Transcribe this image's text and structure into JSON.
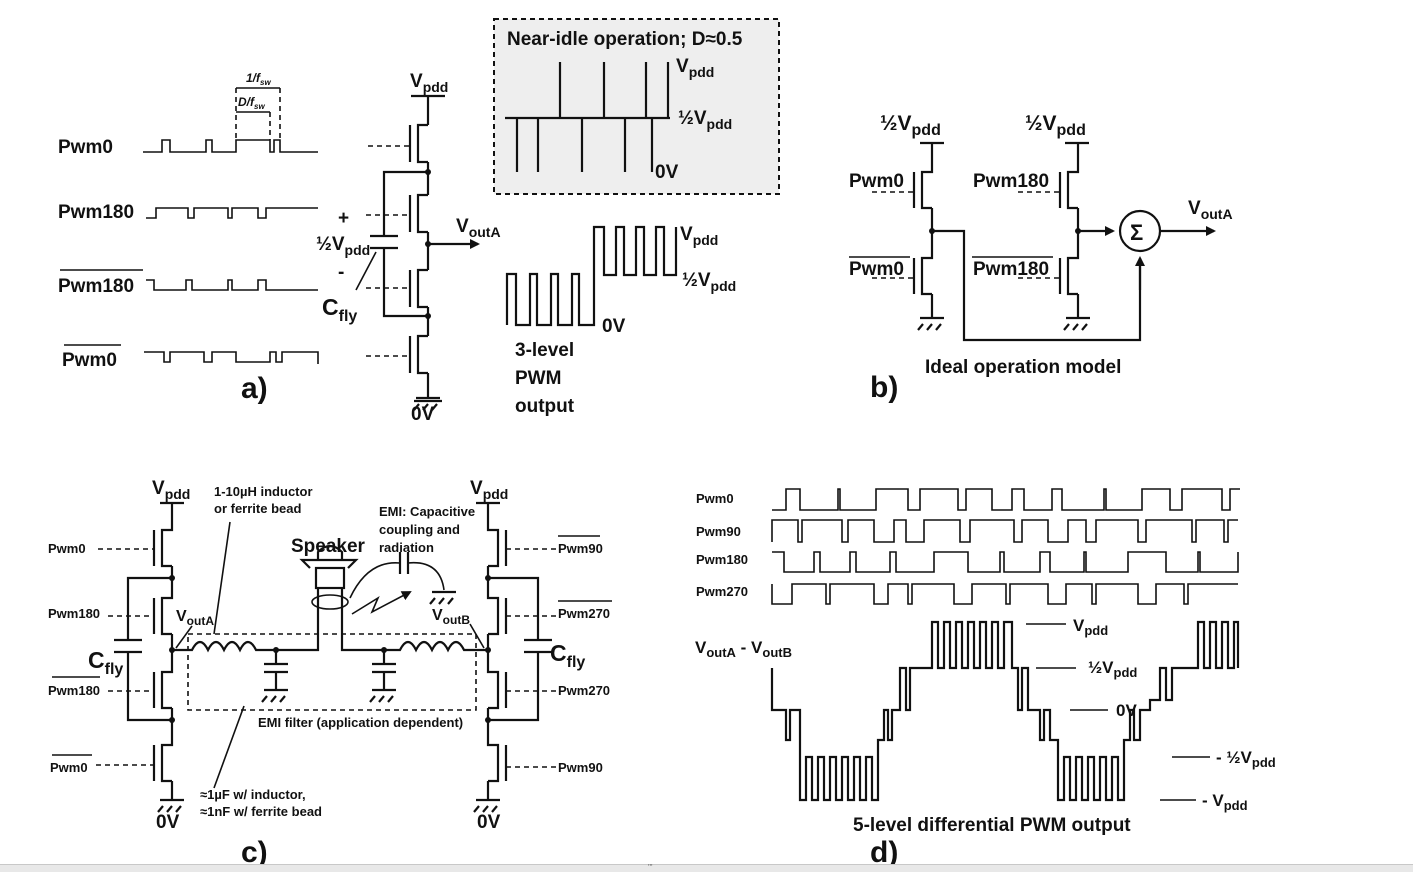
{
  "panel_a": {
    "label": "a)",
    "signals": [
      "Pwm0",
      "Pwm180",
      "Pwm180",
      "Pwm0"
    ],
    "period_label": "1/f",
    "period_sub": "sw",
    "duty_label": "D/f",
    "duty_sub": "sw",
    "vpdd_main": "V",
    "vpdd_sub": "pdd",
    "half_vpdd_main": "½V",
    "half_vpdd_sub": "pdd",
    "plus": "+",
    "minus": "-",
    "cfly_main": "C",
    "cfly_sub": "fly",
    "voutA_main": "V",
    "voutA_sub": "outA",
    "zero_v": "0V",
    "inset_title": "Near-idle operation; D≈0.5",
    "inset_vpdd_main": "V",
    "inset_vpdd_sub": "pdd",
    "inset_half_main": "½V",
    "inset_half_sub": "pdd",
    "inset_zero": "0V",
    "out_vpdd_main": "V",
    "out_vpdd_sub": "pdd",
    "out_half_main": "½V",
    "out_half_sub": "pdd",
    "out_zero": "0V",
    "out_caption": [
      "3-level",
      "PWM",
      "output"
    ]
  },
  "panel_b": {
    "label": "b)",
    "half_vpdd_main": "½V",
    "half_vpdd_sub": "pdd",
    "pwm0": "Pwm0",
    "pwm180": "Pwm180",
    "pwm0_bar": "Pwm0",
    "pwm180_bar": "Pwm180",
    "sum": "Σ",
    "voutA_main": "V",
    "voutA_sub": "outA",
    "caption": "Ideal operation model"
  },
  "panel_c": {
    "label": "c)",
    "vpdd_main": "V",
    "vpdd_sub": "pdd",
    "left_signals": [
      "Pwm0",
      "Pwm180",
      "Pwm180",
      "Pwm0"
    ],
    "right_signals": [
      "Pwm90",
      "Pwm270",
      "Pwm270",
      "Pwm90"
    ],
    "inductor_note": [
      "1-10µH inductor",
      "or ferrite bead"
    ],
    "speaker": "Speaker",
    "emi_note": [
      "EMI: Capacitive",
      "coupling and",
      "radiation"
    ],
    "voutA_main": "V",
    "voutA_sub": "outA",
    "voutB_main": "V",
    "voutB_sub": "outB",
    "cfly_main": "C",
    "cfly_sub": "fly",
    "filter_caption": "EMI filter (application dependent)",
    "cap_note": [
      "≈1µF w/ inductor,",
      "≈1nF w/ ferrite bead"
    ],
    "zero_v": "0V"
  },
  "panel_d": {
    "label": "d)",
    "signals": [
      "Pwm0",
      "Pwm90",
      "Pwm180",
      "Pwm270"
    ],
    "diff_label_a": "V",
    "diff_label_a_sub": "outA",
    "diff_label_sep": " - V",
    "diff_label_b_sub": "outB",
    "levels": [
      {
        "main": "V",
        "sub": "pdd"
      },
      {
        "main": "½V",
        "sub": "pdd"
      },
      {
        "main": "0V",
        "sub": ""
      },
      {
        "main": "- ½V",
        "sub": "pdd"
      },
      {
        "main": "- V",
        "sub": "pdd"
      }
    ],
    "caption": "5-level differential PWM output"
  },
  "status_bar": {
    "marker": "'''"
  }
}
